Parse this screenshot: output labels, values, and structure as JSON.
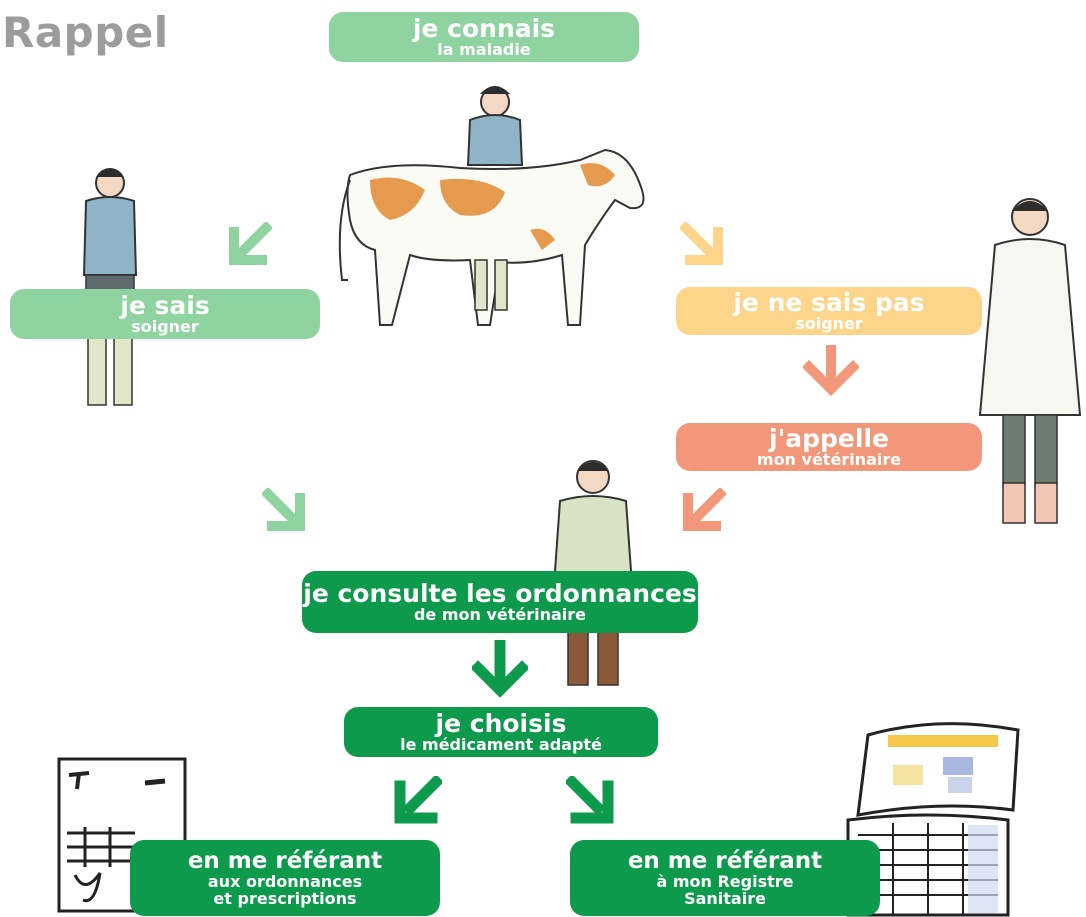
{
  "title": "Rappel",
  "colors": {
    "light_green": "#8fd3a0",
    "yellow": "#fcd58a",
    "salmon": "#f2977a",
    "dark_green": "#0d9a4c",
    "title_grey": "#9c9c9c"
  },
  "boxes": {
    "connais": {
      "line1": "je connais",
      "line2": "la maladie"
    },
    "sais": {
      "line1": "je sais",
      "line2": "soigner"
    },
    "ne_sais_pas": {
      "line1": "je ne sais pas",
      "line2": "soigner"
    },
    "appelle": {
      "line1": "j'appelle",
      "line2": "mon vétérinaire"
    },
    "consulte": {
      "line1": "je consulte les ordonnances",
      "line2": "de mon vétérinaire"
    },
    "choisis": {
      "line1": "je choisis",
      "line2": "le médicament adapté"
    },
    "ordonnances": {
      "line1": "en me référant",
      "line2": "aux ordonnances",
      "line3": "et prescriptions"
    },
    "registre": {
      "line1": "en me référant",
      "line2": "à mon Registre",
      "line3": "Sanitaire"
    }
  },
  "illustrations": [
    "cow-with-farmer",
    "farmer-left",
    "veterinarian-right",
    "veterinarian-center",
    "prescription-sheet",
    "sanitary-register-book"
  ]
}
